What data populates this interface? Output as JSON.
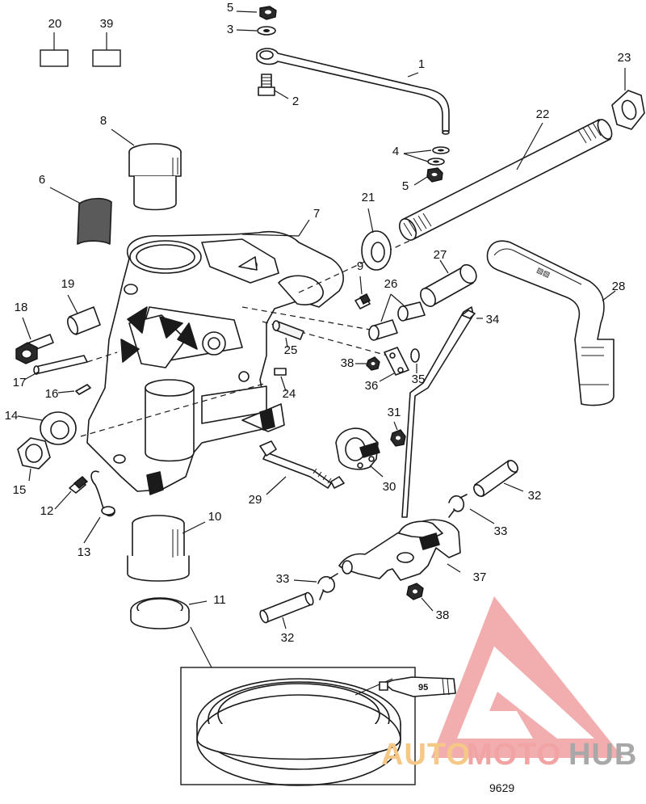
{
  "callouts": {
    "c1": "1",
    "c2": "2",
    "c3": "3",
    "c4": "4",
    "c5a": "5",
    "c5b": "5",
    "c6": "6",
    "c7": "7",
    "c8": "8",
    "c9": "9",
    "c10": "10",
    "c11": "11",
    "c12": "12",
    "c13": "13",
    "c14": "14",
    "c15": "15",
    "c16": "16",
    "c17": "17",
    "c18": "18",
    "c19": "19",
    "c20": "20",
    "c21": "21",
    "c22": "22",
    "c23": "23",
    "c24": "24",
    "c25": "25",
    "c26": "26",
    "c27": "27",
    "c28": "28",
    "c29": "29",
    "c30": "30",
    "c31": "31",
    "c32a": "32",
    "c32b": "32",
    "c33a": "33",
    "c33b": "33",
    "c34": "34",
    "c35": "35",
    "c36": "36",
    "c37": "37",
    "c38a": "38",
    "c38b": "38",
    "c39": "39"
  },
  "sealant_tube_label": "95",
  "figure_number": "9629",
  "watermark": {
    "part1": "AUTO",
    "part2": "MOTO",
    "part3": "HUB",
    "colors": {
      "auto": "#f5c888",
      "moto": "#f2a3a3",
      "hub": "#a8a8a8",
      "triangle": "#f0a0a0"
    }
  }
}
